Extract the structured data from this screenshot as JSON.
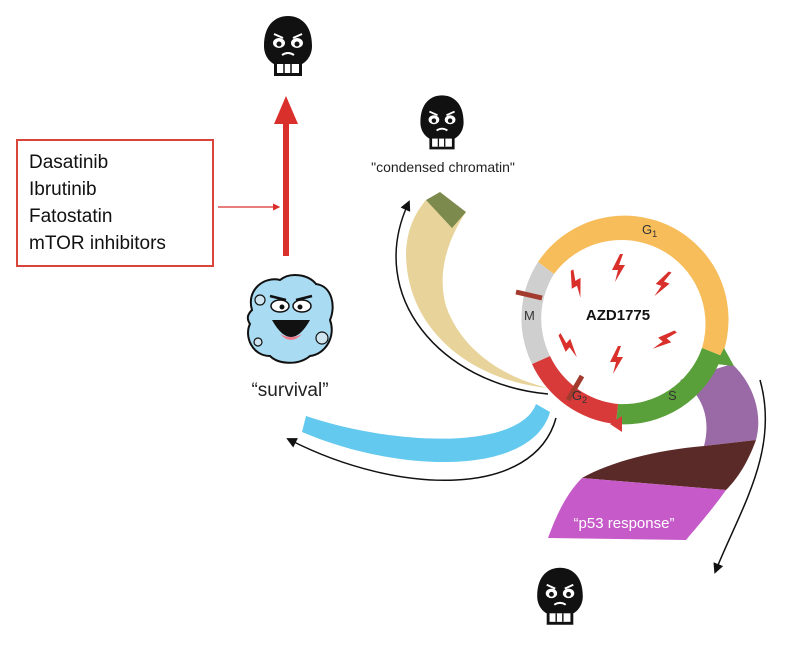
{
  "drug_box": {
    "items": [
      "Dasatinib",
      "Ibrutinib",
      "Fatostatin",
      "mTOR inhibitors"
    ],
    "border_color": "#d9453a"
  },
  "labels": {
    "survival": "“survival”",
    "condensed_chromatin": "\"condensed chromatin\"",
    "p53_response": "“p53 response”",
    "center_drug": "AZD1775"
  },
  "cell_cycle": {
    "phases": [
      {
        "name": "G1",
        "base": "G",
        "sub": "1",
        "color": "#f6bd5a"
      },
      {
        "name": "S",
        "base": "S",
        "sub": "",
        "color": "#5aa03a"
      },
      {
        "name": "G2",
        "base": "G",
        "sub": "2",
        "color": "#d83a3a"
      },
      {
        "name": "M",
        "base": "M",
        "sub": "",
        "color": "#cfcfcf"
      }
    ]
  },
  "colors": {
    "arrow_red": "#d9302c",
    "survival_band": "#63c9ee",
    "chromatin_band": "#e8d49a",
    "chromatin_tip": "#7c8a4d",
    "p53_band_magenta": "#c65ac8",
    "p53_band_brown": "#5a2a28",
    "p53_band_purple": "#9a6aa6",
    "lightning": "#d9302c"
  },
  "icons": [
    "skull-icon-top",
    "skull-icon-chromatin",
    "skull-icon-p53",
    "happy-cell-icon",
    "lightning-icon"
  ]
}
